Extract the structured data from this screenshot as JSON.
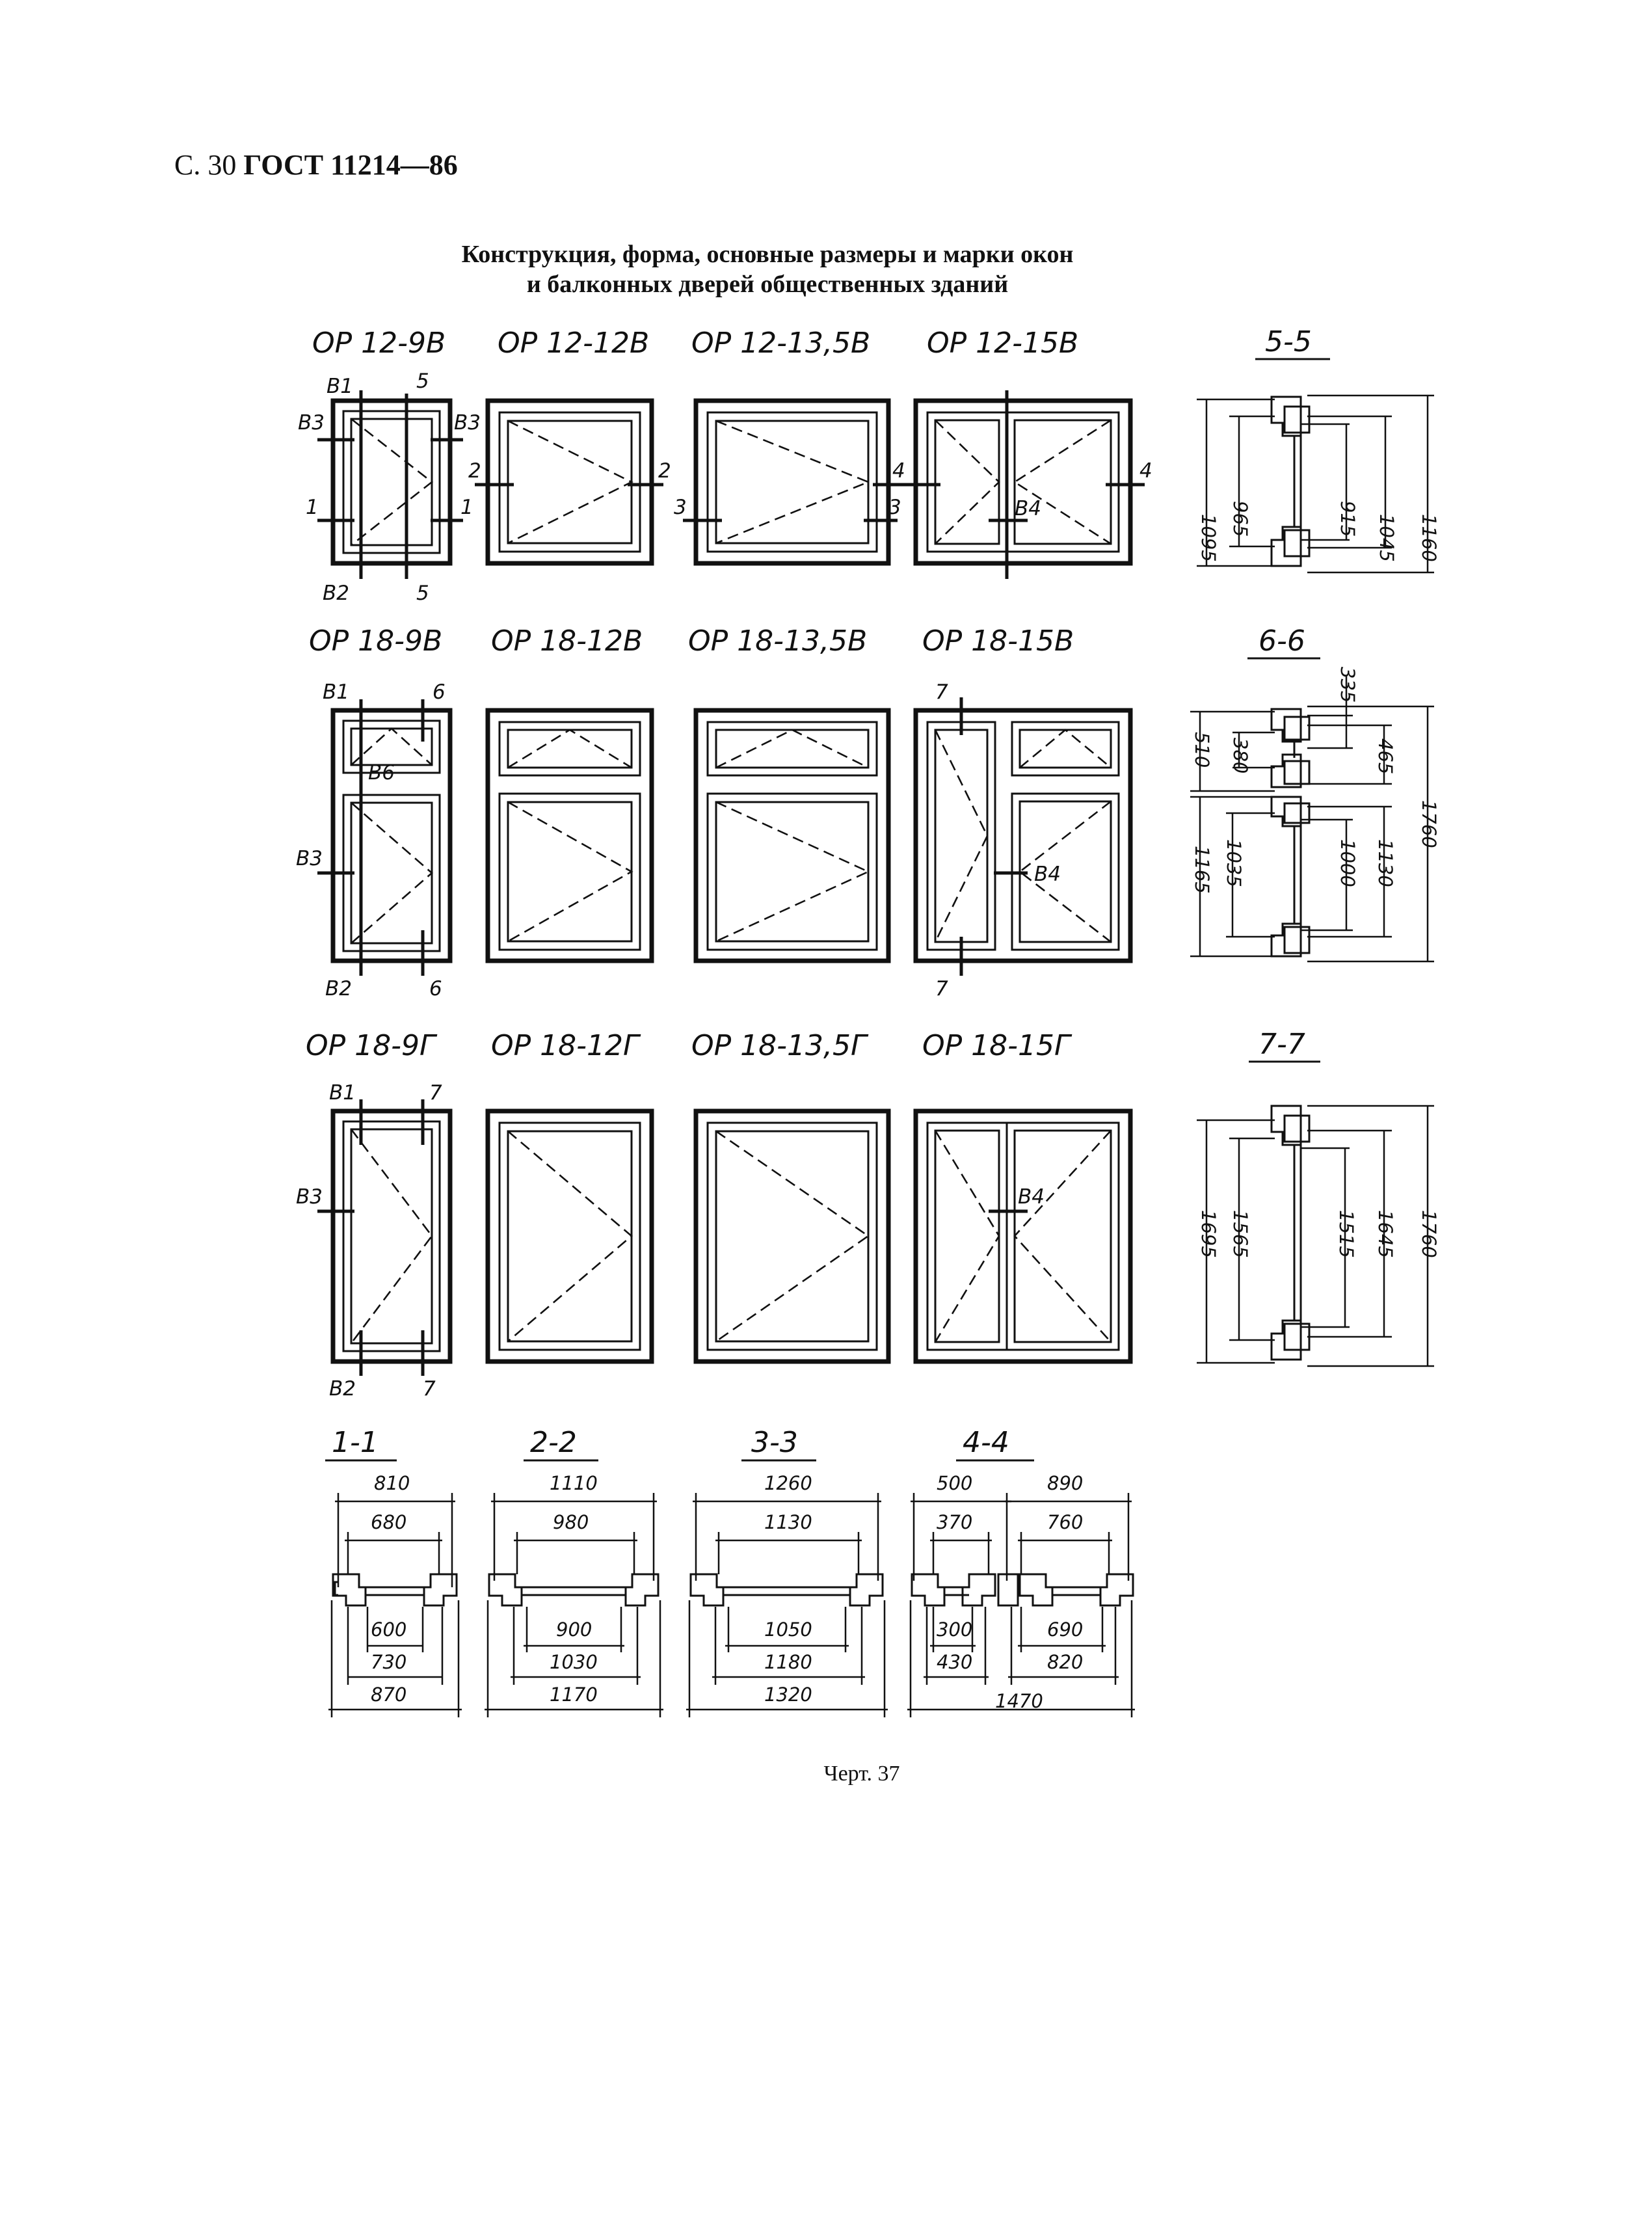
{
  "header": {
    "page": "С. 30",
    "standard": "ГОСТ 11214—86"
  },
  "title_lines": [
    "Конструкция, форма, основные размеры и марки окон",
    "и балконных дверей общественных зданий"
  ],
  "row1_labels": [
    "ОР 12-9В",
    "ОР 12-12В",
    "ОР 12-13,5В",
    "ОР 12-15В"
  ],
  "row2_labels": [
    "ОР 18-9В",
    "ОР 18-12В",
    "ОР 18-13,5В",
    "ОР 18-15В"
  ],
  "row3_labels": [
    "ОР 18-9Г",
    "ОР 18-12Г",
    "ОР 18-13,5Г",
    "ОР 18-15Г"
  ],
  "markers": {
    "B1": "В1",
    "B2": "В2",
    "B3": "В3",
    "B4": "В4",
    "B6": "В6",
    "n1": "1",
    "n2": "2",
    "n3": "3",
    "n4": "4",
    "n5": "5",
    "n6": "6",
    "n7": "7"
  },
  "sections": {
    "s55": {
      "title": "5-5",
      "dims": [
        "1095",
        "965",
        "915",
        "1045",
        "1160"
      ]
    },
    "s66": {
      "title": "6-6",
      "dims": [
        "335",
        "510",
        "380",
        "465",
        "1165",
        "1035",
        "1000",
        "1130",
        "1760"
      ]
    },
    "s77": {
      "title": "7-7",
      "dims": [
        "1695",
        "1565",
        "1515",
        "1645",
        "1760"
      ]
    },
    "s11": {
      "title": "1-1",
      "dims": [
        "810",
        "680",
        "600",
        "730",
        "870"
      ]
    },
    "s22": {
      "title": "2-2",
      "dims": [
        "1110",
        "980",
        "900",
        "1030",
        "1170"
      ]
    },
    "s33": {
      "title": "3-3",
      "dims": [
        "1260",
        "1130",
        "1050",
        "1180",
        "1320"
      ]
    },
    "s44": {
      "title": "4-4",
      "dims": [
        "500",
        "890",
        "370",
        "760",
        "300",
        "690",
        "430",
        "820",
        "1470"
      ]
    }
  },
  "caption": "Черт. 37"
}
